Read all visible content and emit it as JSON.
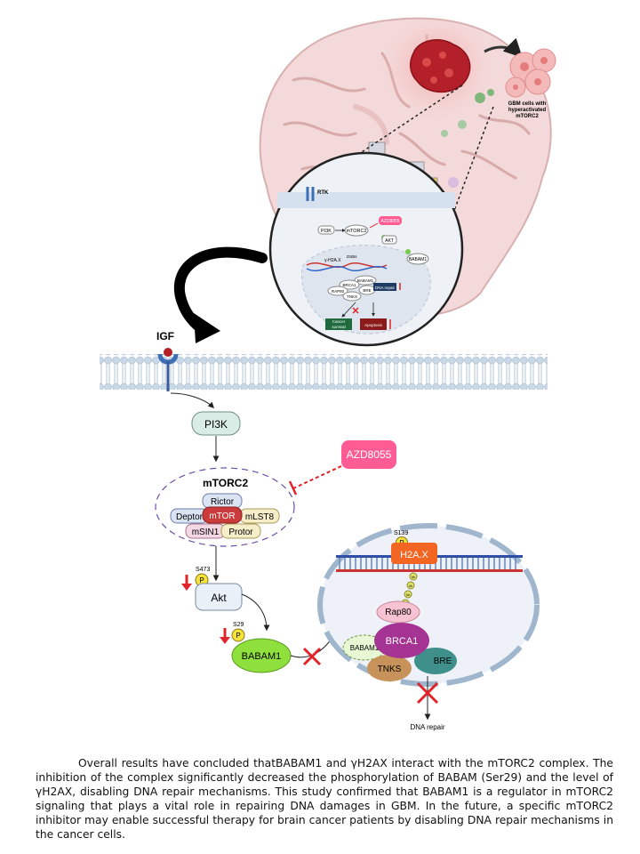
{
  "brain_labels": {
    "gbm_cells": [
      "GBM cells with",
      "hyperactivated",
      "mTORC2"
    ]
  },
  "inset": {
    "rtk": "RTK",
    "pi3k": "PI3K",
    "mtorc2": "mTORC2",
    "azd": "AZD8055",
    "akt": "AKT",
    "babam1": "BABAM1",
    "h2ax": "γ-H2A.X",
    "dsb": "DSBs",
    "babam1_small": "BABAM1",
    "brca1": "BRCA1",
    "rap80": "RAP80",
    "tnks": "TNKS",
    "bre": "BRE",
    "dna_repair": "DNA repair",
    "cancer_survival": [
      "Cancer",
      "survival"
    ],
    "apoptosis": "Apoptosis"
  },
  "pathway": {
    "igf": "IGF",
    "pi3k": "PI3K",
    "mtorc2": "mTORC2",
    "azd": "AZD8055",
    "rictor": "Rictor",
    "deptor": "Deptor",
    "mtor": "mTOR",
    "mlst8": "mLST8",
    "msin1": "mSIN1",
    "protor": "Protor",
    "s473": "S473",
    "p": "P",
    "akt": "Akt",
    "s29": "S29",
    "babam1": "BABAM1"
  },
  "nucleus": {
    "s139": "S139",
    "p": "P",
    "h2ax": "H2A.X",
    "ub": "Ub",
    "rap80": "Rap80",
    "babam1": "BABAM1",
    "brca1": "BRCA1",
    "tnks": "TNKS",
    "bre": "BRE",
    "dna_repair": "DNA repair"
  },
  "caption": "Overall results have concluded thatBABAM1 and γH2AX interact with the mTORC2 complex. The inhibition of the complex significantly decreased the phosphorylation of BABAM (Ser29) and the level of γH2AX, disabling DNA repair mechanisms. This study confirmed that BABAM1 is a regulator in mTORC2 signaling that plays a vital role in repairing DNA damages in GBM. In the future, a specific mTORC2 inhibitor may enable successful therapy for brain cancer patients by disabling DNA repair mechanisms in the cancer cells.",
  "colors": {
    "brain": "#f3d9d9",
    "brain_fold": "#d9aaaa",
    "tumor": "#b3202a",
    "azd_pink": "#ff5c93",
    "mtor_red": "#cc3b3b",
    "h2ax_orange": "#f26522",
    "brca1_purple": "#a43393",
    "babam1_green": "#8fe03c",
    "bre_teal": "#3f8f8b",
    "tnks_brown": "#c8935a",
    "pi3k": "#d9ece6",
    "inhibit_red": "#e0242a"
  }
}
